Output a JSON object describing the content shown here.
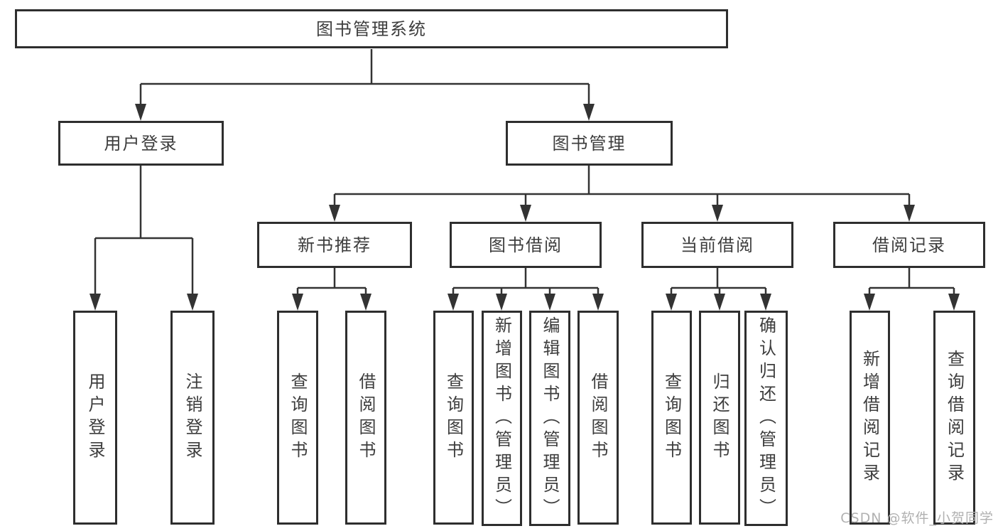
{
  "colors": {
    "line": "#333333",
    "box_border": "#2e2e2e",
    "text": "#3d3d3d",
    "watermark": "#b1b1b1",
    "background": "#ffffff"
  },
  "watermark": {
    "text": "CSDN @软件_小贺同学"
  },
  "tree": {
    "label": "图书管理系统",
    "children": [
      {
        "label": "用户登录",
        "children": [
          {
            "label": "用户登录"
          },
          {
            "label": "注销登录"
          }
        ]
      },
      {
        "label": "图书管理",
        "children": [
          {
            "label": "新书推荐",
            "children": [
              {
                "label": "查询图书"
              },
              {
                "label": "借阅图书"
              }
            ]
          },
          {
            "label": "图书借阅",
            "children": [
              {
                "label": "查询图书"
              },
              {
                "label": "新增图书（管理员）"
              },
              {
                "label": "编辑图书（管理员）"
              },
              {
                "label": "借阅图书"
              }
            ]
          },
          {
            "label": "当前借阅",
            "children": [
              {
                "label": "查询图书"
              },
              {
                "label": "归还图书"
              },
              {
                "label": "确认归还（管理员）"
              }
            ]
          },
          {
            "label": "借阅记录",
            "children": [
              {
                "label": "新增借阅记录"
              },
              {
                "label": "查询借阅记录"
              }
            ]
          }
        ]
      }
    ]
  }
}
